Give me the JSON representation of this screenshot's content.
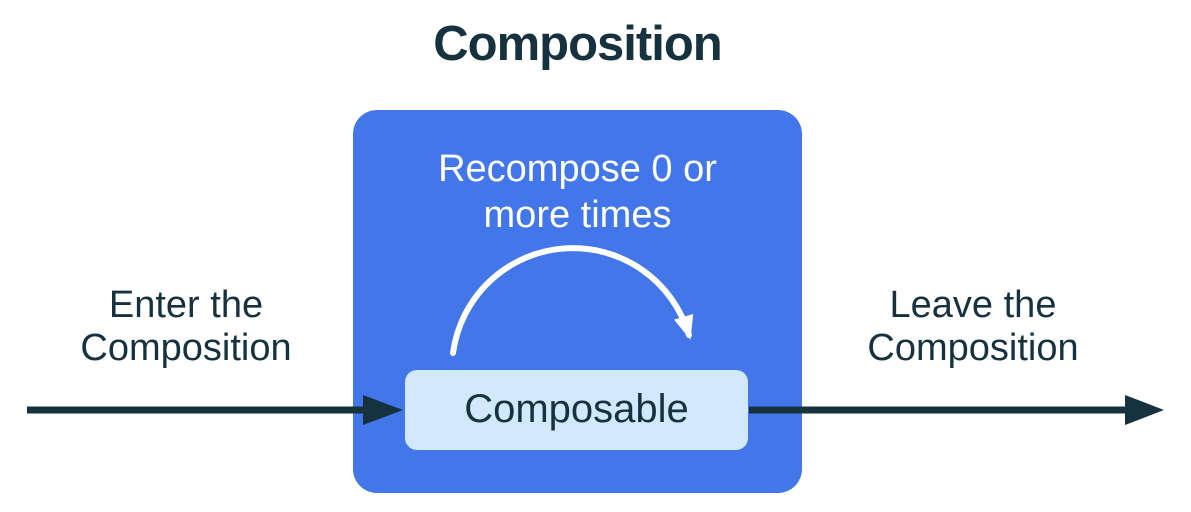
{
  "title": "Composition",
  "composition_box": {
    "recompose_label": "Recompose 0 or\nmore times",
    "composable_label": "Composable"
  },
  "flow": {
    "enter_label": "Enter the\nComposition",
    "leave_label": "Leave the\nComposition"
  },
  "icons": {
    "recompose_arc_arrow": "curved-arrow-clockwise",
    "enter_arrow": "arrow-right",
    "leave_arrow": "arrow-right"
  },
  "colors": {
    "accent_blue": "#4276E9",
    "light_blue": "#D2E8FC",
    "dark_navy": "#17323F",
    "white": "#FFFFFF"
  }
}
